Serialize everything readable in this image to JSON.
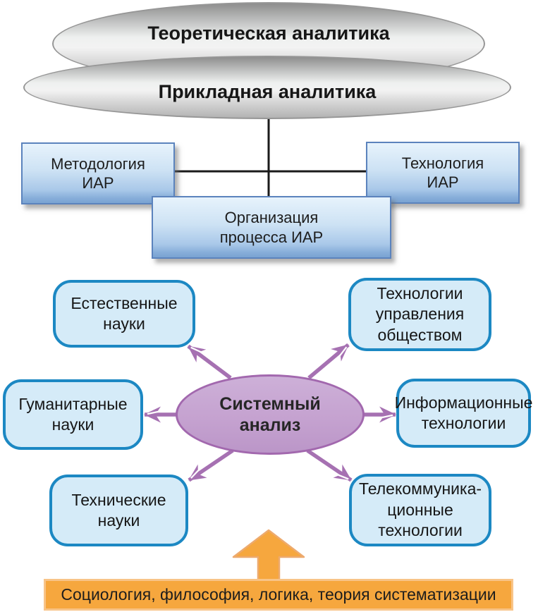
{
  "ellipses": {
    "theoretical": "Теоретическая аналитика",
    "applied": "Прикладная аналитика"
  },
  "iar": {
    "methodology": "Методология\nИАР",
    "technology": "Технология\nИАР",
    "organization": "Организация\nпроцесса ИАР"
  },
  "core": {
    "system_analysis": "Системный\nанализ"
  },
  "domains": {
    "natural_sciences": "Естественные\nнауки",
    "society_management": "Технологии\nуправления\nобществом",
    "humanities": "Гуманитарные\nнауки",
    "information_tech": "Информационные\nтехнологии",
    "technical_sciences": "Технические\nнауки",
    "telecom_tech": "Телекоммуника-\nционные\nтехнологии"
  },
  "foundation": {
    "label": "Социология, философия, логика, теория систематизации"
  },
  "colors": {
    "gray_border": "#969696",
    "blue_box_border": "#5b83bd",
    "rounded_border": "#1c88c3",
    "rounded_fill": "#d5ebf8",
    "purple_border": "#a268ae",
    "purple_fill": "#c5a2d0",
    "arrow_purple": "#a671b2",
    "orange_fill": "#f6a73e",
    "orange_border": "#f8c488",
    "connector_black": "#1a1a1a"
  }
}
